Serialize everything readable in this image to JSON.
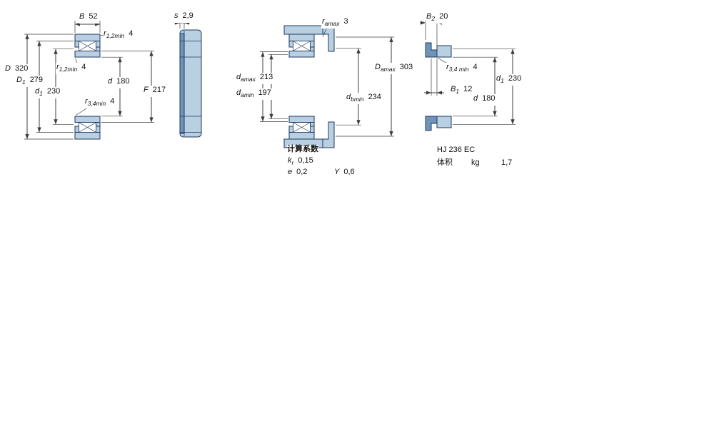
{
  "palette": {
    "part_fill": "#b9cfe2",
    "part_dark": "#6f94ba",
    "outline": "#1f3a5f",
    "dim_line": "#3d3d3d",
    "text": "#111111",
    "background": "#ffffff"
  },
  "figures": {
    "bearing_section": {
      "dims": {
        "B": {
          "sym": "B",
          "sub": "",
          "value": "52"
        },
        "r12_top": {
          "sym": "r",
          "sub": "1,2min",
          "value": "4"
        },
        "D": {
          "sym": "D",
          "sub": "",
          "value": "320"
        },
        "D1": {
          "sym": "D",
          "sub": "1",
          "value": "279"
        },
        "d1": {
          "sym": "d",
          "sub": "1",
          "value": "230"
        },
        "r12_mid": {
          "sym": "r",
          "sub": "1,2min",
          "value": "4"
        },
        "d": {
          "sym": "d",
          "sub": "",
          "value": "180"
        },
        "r34": {
          "sym": "r",
          "sub": "3,4min",
          "value": "4"
        },
        "F": {
          "sym": "F",
          "sub": "",
          "value": "217"
        }
      }
    },
    "side_view": {
      "dims": {
        "s": {
          "sym": "s",
          "sub": "",
          "value": "2,9"
        }
      }
    },
    "mounting": {
      "dims": {
        "ramax": {
          "sym": "r",
          "sub": "amax",
          "value": "3"
        },
        "damax": {
          "sym": "d",
          "sub": "amax",
          "value": "213"
        },
        "damin": {
          "sym": "d",
          "sub": "amin",
          "value": "197"
        },
        "Damax": {
          "sym": "D",
          "sub": "amax",
          "value": "303"
        },
        "dbmin": {
          "sym": "d",
          "sub": "bmin",
          "value": "234"
        }
      },
      "factors": {
        "title": "计算系数",
        "kr": {
          "sym": "k",
          "sub": "r",
          "value": "0,15"
        },
        "e": {
          "sym": "e",
          "sub": "",
          "value": "0,2"
        },
        "Y": {
          "sym": "Y",
          "sub": "",
          "value": "0,6"
        }
      }
    },
    "angle_ring": {
      "dims": {
        "B2": {
          "sym": "B",
          "sub": "2",
          "value": "20"
        },
        "r34min": {
          "sym": "r",
          "sub": "3,4 min",
          "value": "4"
        },
        "d1": {
          "sym": "d",
          "sub": "1",
          "value": "230"
        },
        "B1": {
          "sym": "B",
          "sub": "1",
          "value": "12"
        },
        "d": {
          "sym": "d",
          "sub": "",
          "value": "180"
        }
      },
      "designation": "HJ 236 EC",
      "mass": {
        "label": "体积",
        "unit": "kg",
        "value": "1,7"
      }
    }
  }
}
